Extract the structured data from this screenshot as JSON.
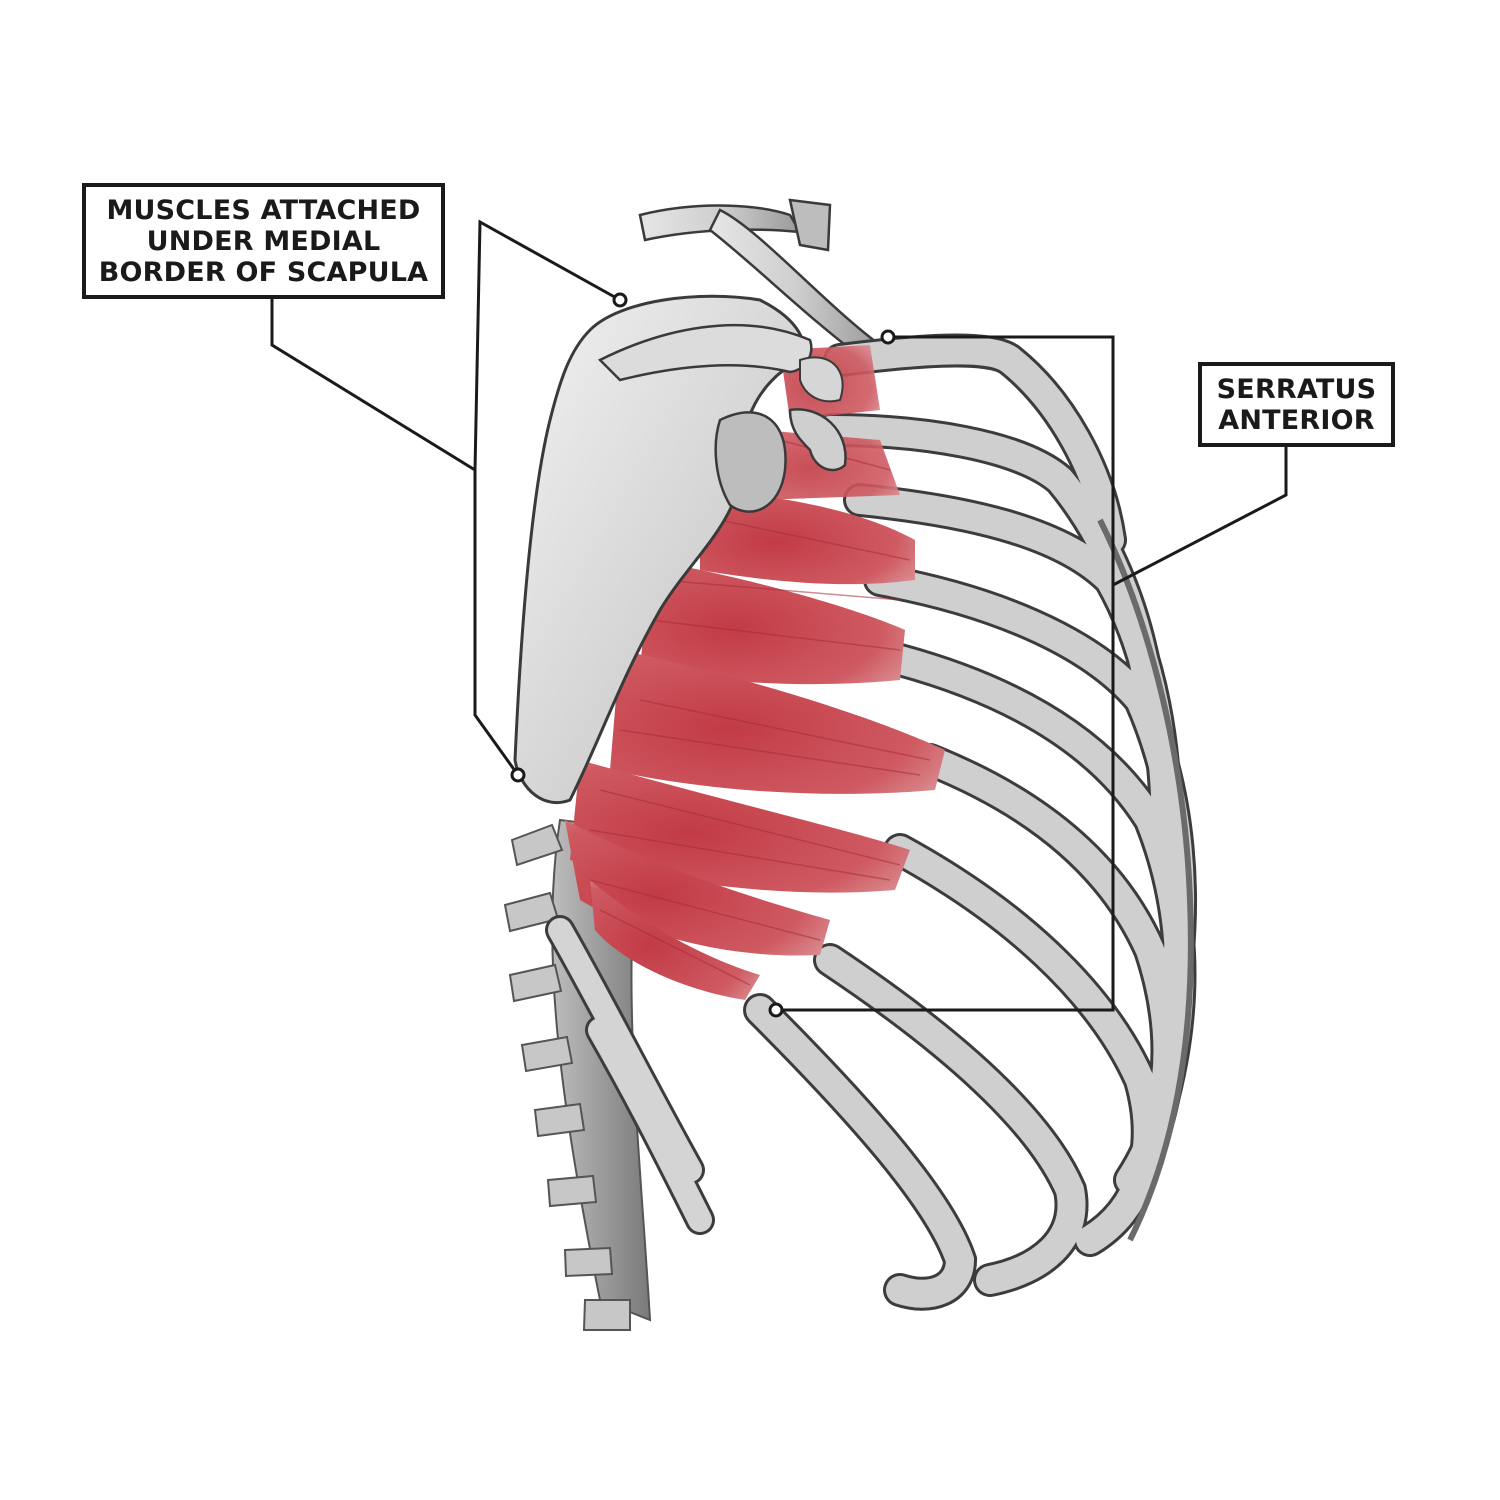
{
  "labels": {
    "left": {
      "lines": [
        "MUSCLES ATTACHED",
        "UNDER MEDIAL",
        "BORDER OF SCAPULA"
      ]
    },
    "right": {
      "lines": [
        "SERRATUS",
        "ANTERIOR"
      ]
    }
  },
  "colors": {
    "muscle": "#c8474f",
    "bone": "#d9d9d9",
    "bone_shade": "#8f8f8f",
    "outline": "#3a3a3a",
    "label_border": "#1a1a1a",
    "background": "#ffffff"
  },
  "icons": {
    "leader_endpoint": "circle-dot-icon"
  }
}
